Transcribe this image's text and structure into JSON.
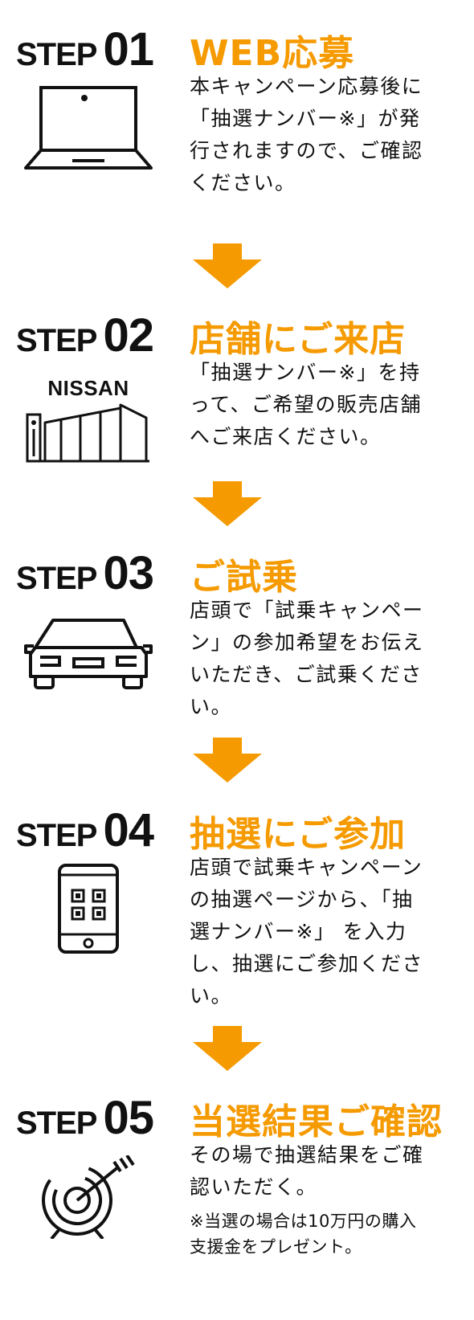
{
  "colors": {
    "accent": "#f59a00",
    "text": "#111111",
    "background": "#ffffff"
  },
  "steps": [
    {
      "label_word": "STEP",
      "label_number": "01",
      "icon": "laptop-icon",
      "title": "WEB応募",
      "description_lines": [
        "本キャンペーン応募後に",
        "「抽選ナンバー※」が発",
        "行されますので、ご確認",
        "ください。"
      ]
    },
    {
      "label_word": "STEP",
      "label_number": "02",
      "icon": "nissan-store-icon",
      "icon_text": "NISSAN",
      "title": "店舗にご来店",
      "description_lines": [
        "「抽選ナンバー※」を持",
        "って、ご希望の販売店舗",
        "へご来店ください。"
      ]
    },
    {
      "label_word": "STEP",
      "label_number": "03",
      "icon": "car-icon",
      "title": "ご試乗",
      "description_lines": [
        "店頭で「試乗キャンペー",
        "ン」の参加希望をお伝え",
        "いただき、ご試乗くださ",
        "い。"
      ]
    },
    {
      "label_word": "STEP",
      "label_number": "04",
      "icon": "smartphone-qr-icon",
      "title": "抽選にご参加",
      "description_lines": [
        "店頭で試乗キャンペーン",
        "の抽選ページから、「抽",
        "選ナンバー※」 を入力",
        "し、抽選にご参加くださ",
        "い。"
      ]
    },
    {
      "label_word": "STEP",
      "label_number": "05",
      "icon": "target-arrow-icon",
      "title": "当選結果ご確認",
      "description_lines": [
        "その場で抽選結果をご確",
        "認いただく。"
      ],
      "note_lines": [
        "※当選の場合は10万円の購入",
        "支援金をプレゼント。"
      ]
    }
  ]
}
